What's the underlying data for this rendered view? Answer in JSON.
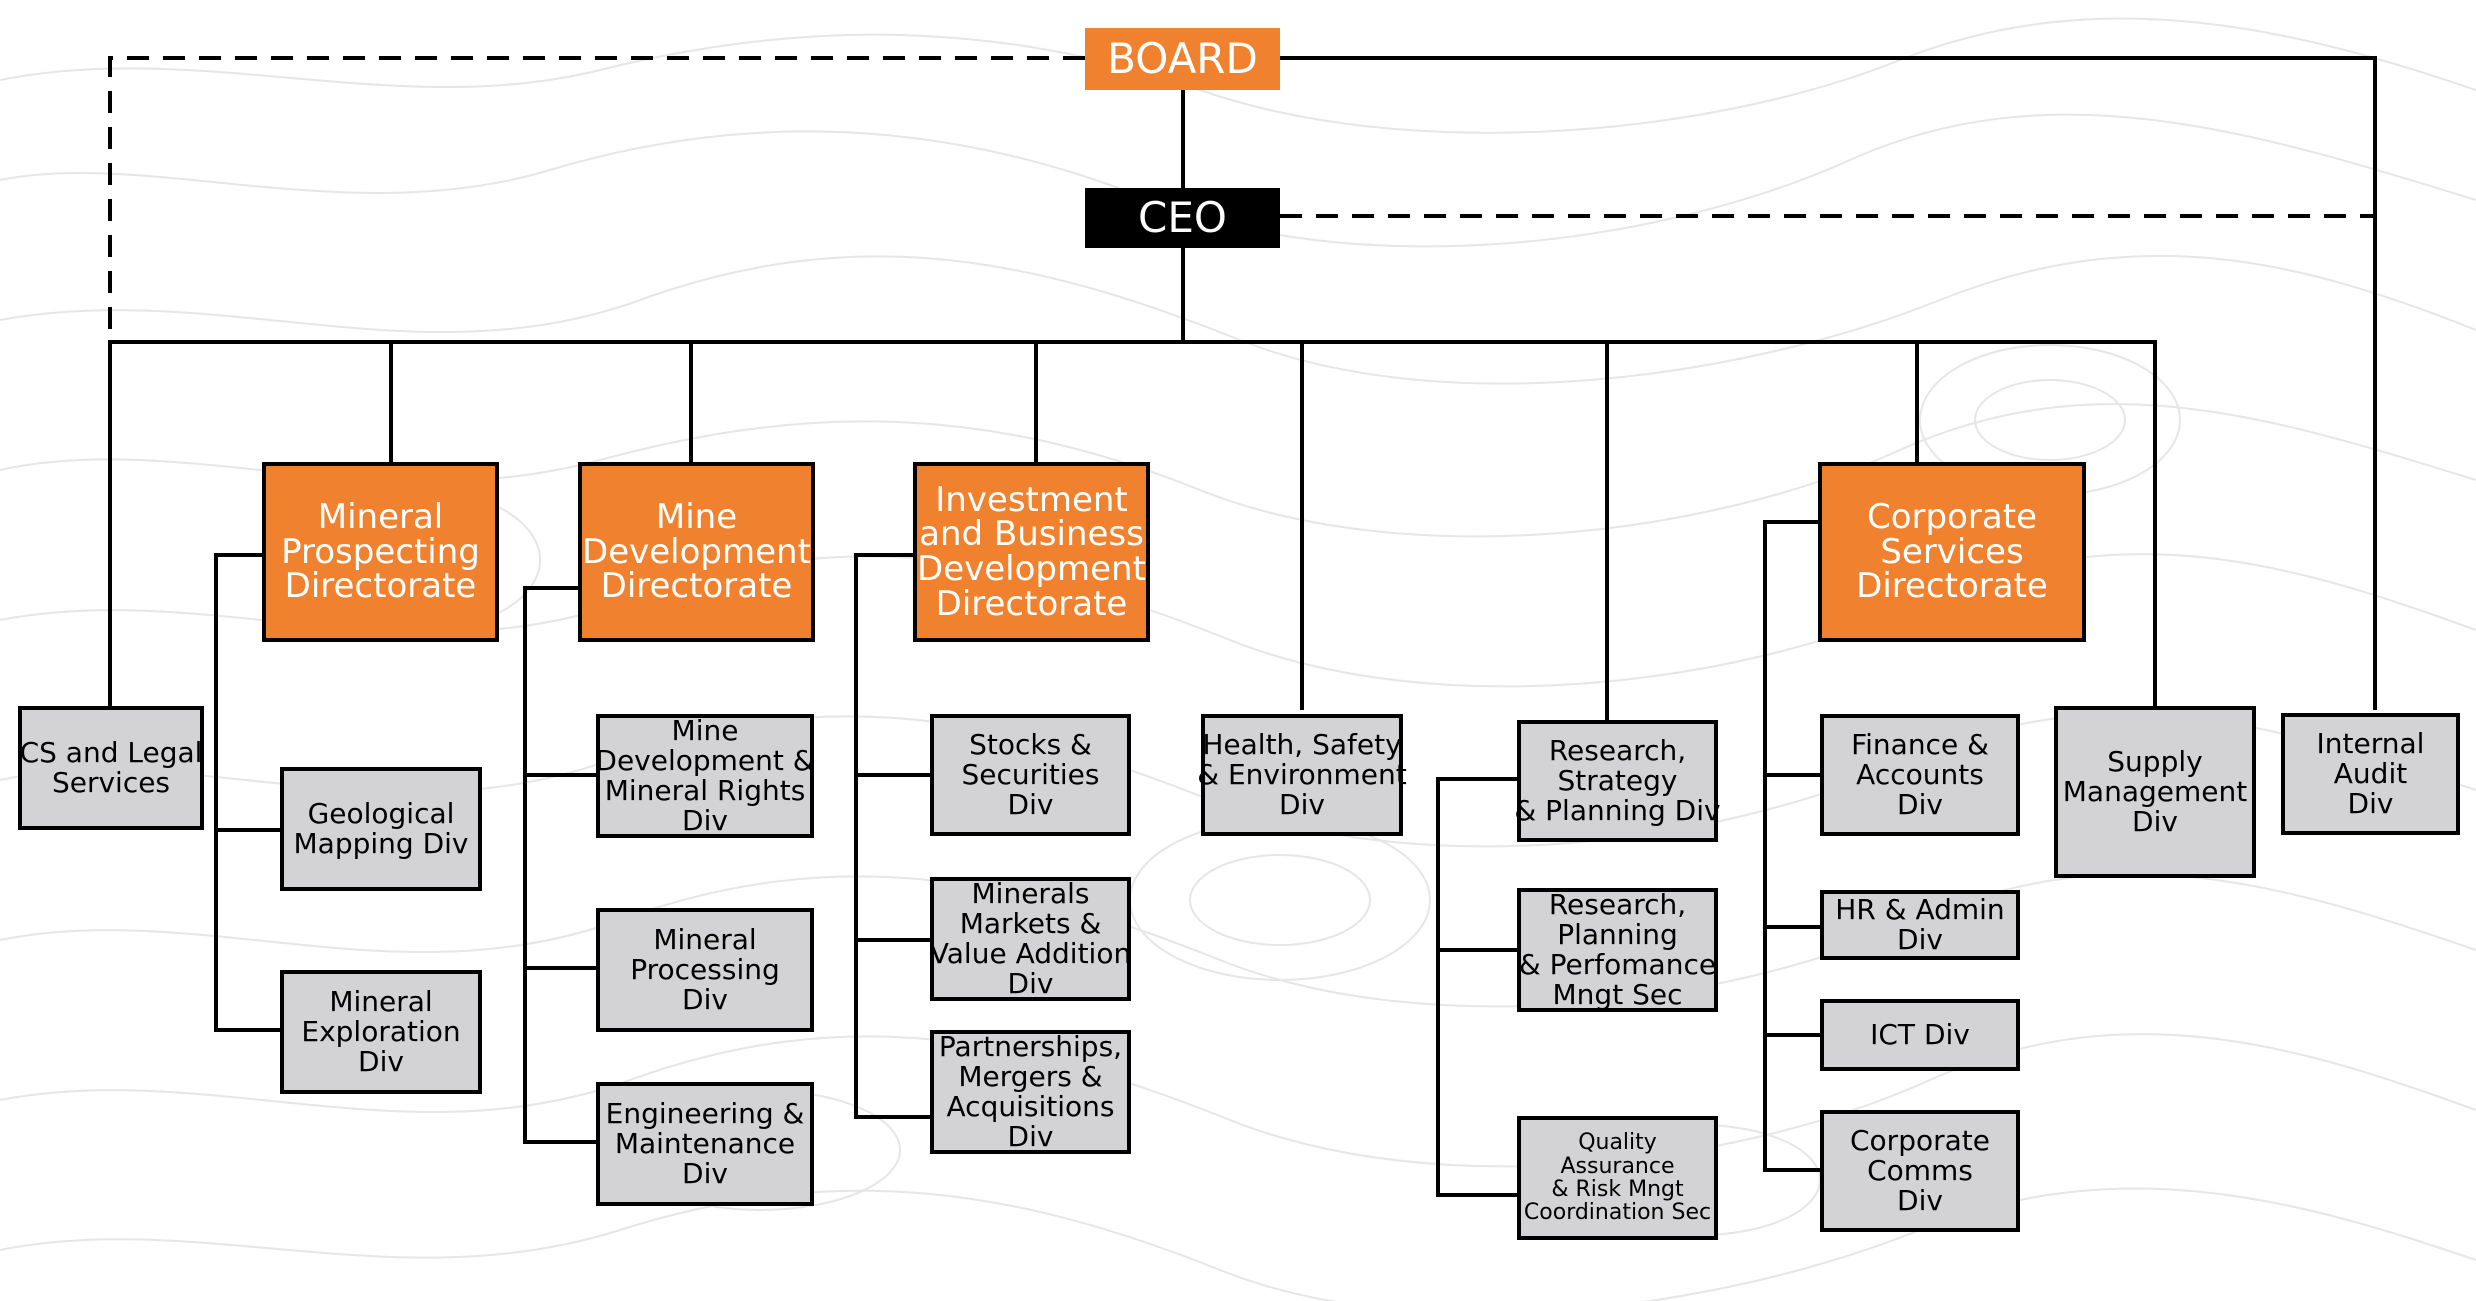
{
  "board": {
    "lines": [
      "BOARD"
    ]
  },
  "ceo": {
    "lines": [
      "CEO"
    ]
  },
  "directorates": {
    "mineral_prospecting": {
      "lines": [
        "Mineral",
        "Prospecting",
        "Directorate"
      ]
    },
    "mine_development": {
      "lines": [
        "Mine",
        "Development",
        "Directorate"
      ]
    },
    "investment_business": {
      "lines": [
        "Investment",
        "and Business",
        "Development",
        "Directorate"
      ]
    },
    "corporate_services": {
      "lines": [
        "Corporate",
        "Services",
        "Directorate"
      ]
    }
  },
  "divisions": {
    "cs_legal": {
      "lines": [
        "CS and Legal",
        "Services"
      ]
    },
    "geological_mapping": {
      "lines": [
        "Geological",
        "Mapping Div"
      ]
    },
    "mineral_exploration": {
      "lines": [
        "Mineral",
        "Exploration",
        "Div"
      ]
    },
    "mine_dev_mineral_rights": {
      "lines": [
        "Mine",
        "Development &",
        "Mineral Rights",
        "Div"
      ]
    },
    "mineral_processing": {
      "lines": [
        "Mineral",
        "Processing",
        "Div"
      ]
    },
    "engineering_maintenance": {
      "lines": [
        "Engineering &",
        "Maintenance",
        "Div"
      ]
    },
    "stocks_securities": {
      "lines": [
        "Stocks &",
        "Securities",
        "Div"
      ]
    },
    "minerals_markets": {
      "lines": [
        "Minerals",
        "Markets &",
        "Value Addition",
        "Div"
      ]
    },
    "partnerships": {
      "lines": [
        "Partnerships,",
        "Mergers &",
        "Acquisitions",
        "Div"
      ]
    },
    "health_safety": {
      "lines": [
        "Health, Safety",
        "& Environment",
        "Div"
      ]
    },
    "research_strategy": {
      "lines": [
        "Research,",
        "Strategy",
        "& Planning Div"
      ]
    },
    "research_planning": {
      "lines": [
        "Research,",
        "Planning",
        "& Perfomance",
        "Mngt Sec"
      ]
    },
    "quality_assurance": {
      "lines": [
        "Quality",
        "Assurance",
        "& Risk Mngt",
        "Coordination Sec"
      ]
    },
    "finance_accounts": {
      "lines": [
        "Finance &",
        "Accounts",
        "Div"
      ]
    },
    "hr_admin": {
      "lines": [
        "HR & Admin",
        "Div"
      ]
    },
    "ict": {
      "lines": [
        "ICT Div"
      ]
    },
    "corporate_comms": {
      "lines": [
        "Corporate",
        "Comms",
        "Div"
      ]
    },
    "supply_management": {
      "lines": [
        "Supply",
        "Management",
        "Div"
      ]
    },
    "internal_audit": {
      "lines": [
        "Internal",
        "Audit",
        "Div"
      ]
    }
  },
  "colors": {
    "directorate_fill": "#f0812f",
    "division_fill": "#d3d3d5",
    "ceo_fill": "#000000",
    "line": "#000000",
    "background_contour": "#e6e6e6"
  }
}
